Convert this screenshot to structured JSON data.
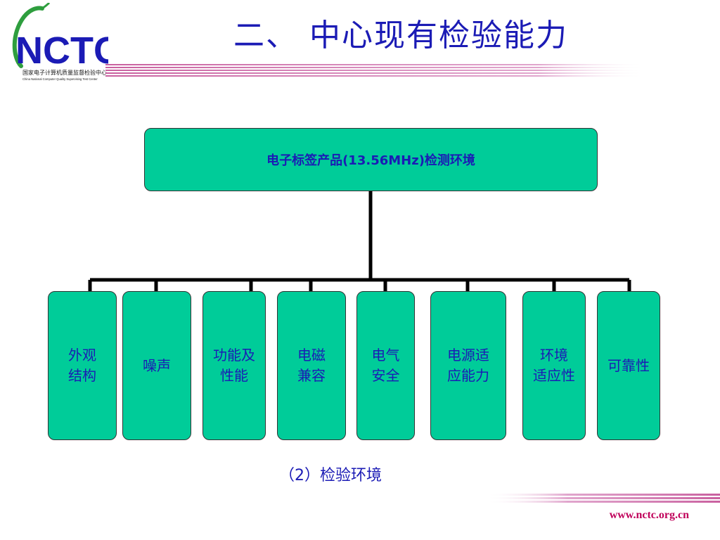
{
  "logo": {
    "acronym": "NCTC",
    "name_cn": "国家电子计算机质量监督检验中心",
    "name_en": "China National Computer Quality Supervising Test Center"
  },
  "slide": {
    "title": "二、 中心现有检验能力",
    "caption": "（2）检验环境",
    "url": "www.nctc.org.cn"
  },
  "diagram": {
    "root": "电子标签产品(13.56MHz)检测环境",
    "children": [
      "外观\n结构",
      "噪声",
      "功能及\n性能",
      "电磁\n兼容",
      "电气\n安全",
      "电源适\n应能力",
      "环境\n适应性",
      "可靠性"
    ]
  },
  "colors": {
    "node_fill": "#00cc99",
    "text_blue": "#1b1bb5",
    "stripe_pink": "#c9609f",
    "url_magenta": "#c0005a"
  }
}
